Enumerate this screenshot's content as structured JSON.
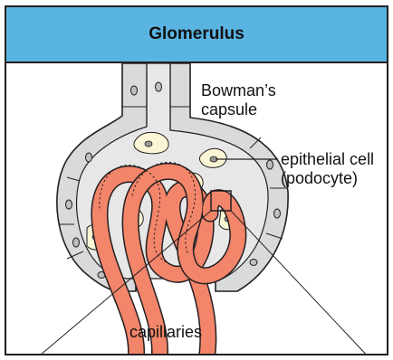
{
  "figure": {
    "title": "Glomerulus",
    "labels": {
      "bowmans_capsule": "Bowman’s\ncapsule",
      "epithelial_cell": "epithelial cell\n(podocyte)",
      "capillaries": "capillaries"
    }
  },
  "colors": {
    "header": "#5ab4e2",
    "capsule": "#d9dadb",
    "capillary": "#f3856a",
    "podocyte": "#fbf6d6"
  }
}
